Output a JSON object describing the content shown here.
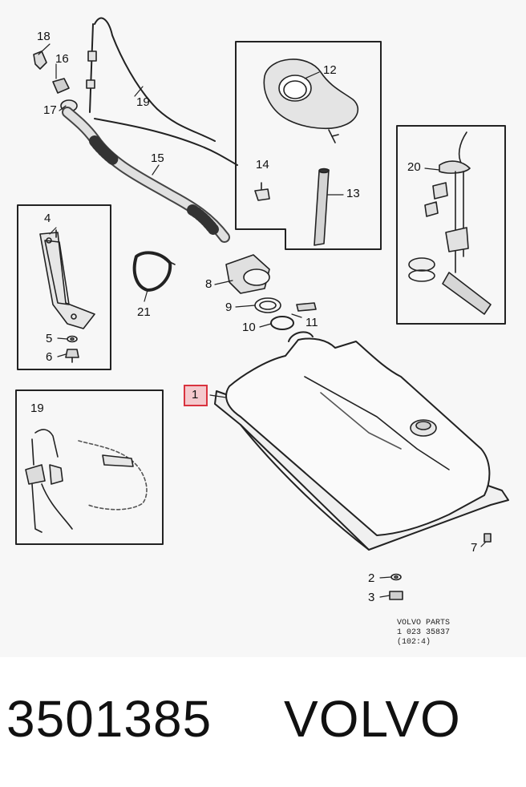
{
  "diagram": {
    "callouts": {
      "c1": "1",
      "c2": "2",
      "c3": "3",
      "c4": "4",
      "c5": "5",
      "c6": "6",
      "c7": "7",
      "c8": "8",
      "c9": "9",
      "c10": "10",
      "c11": "11",
      "c12": "12",
      "c13": "13",
      "c14": "14",
      "c15": "15",
      "c16": "16",
      "c17": "17",
      "c18": "18",
      "c19": "19",
      "c20": "20",
      "c21": "21",
      "inset_19": "19"
    },
    "highlight_color": "#d9333f",
    "footer": {
      "line1": "VOLVO  PARTS",
      "line2": "1 023   35837",
      "line3": "(102:4)"
    }
  },
  "caption": {
    "part_number": "3501385",
    "brand": "VOLVO"
  }
}
